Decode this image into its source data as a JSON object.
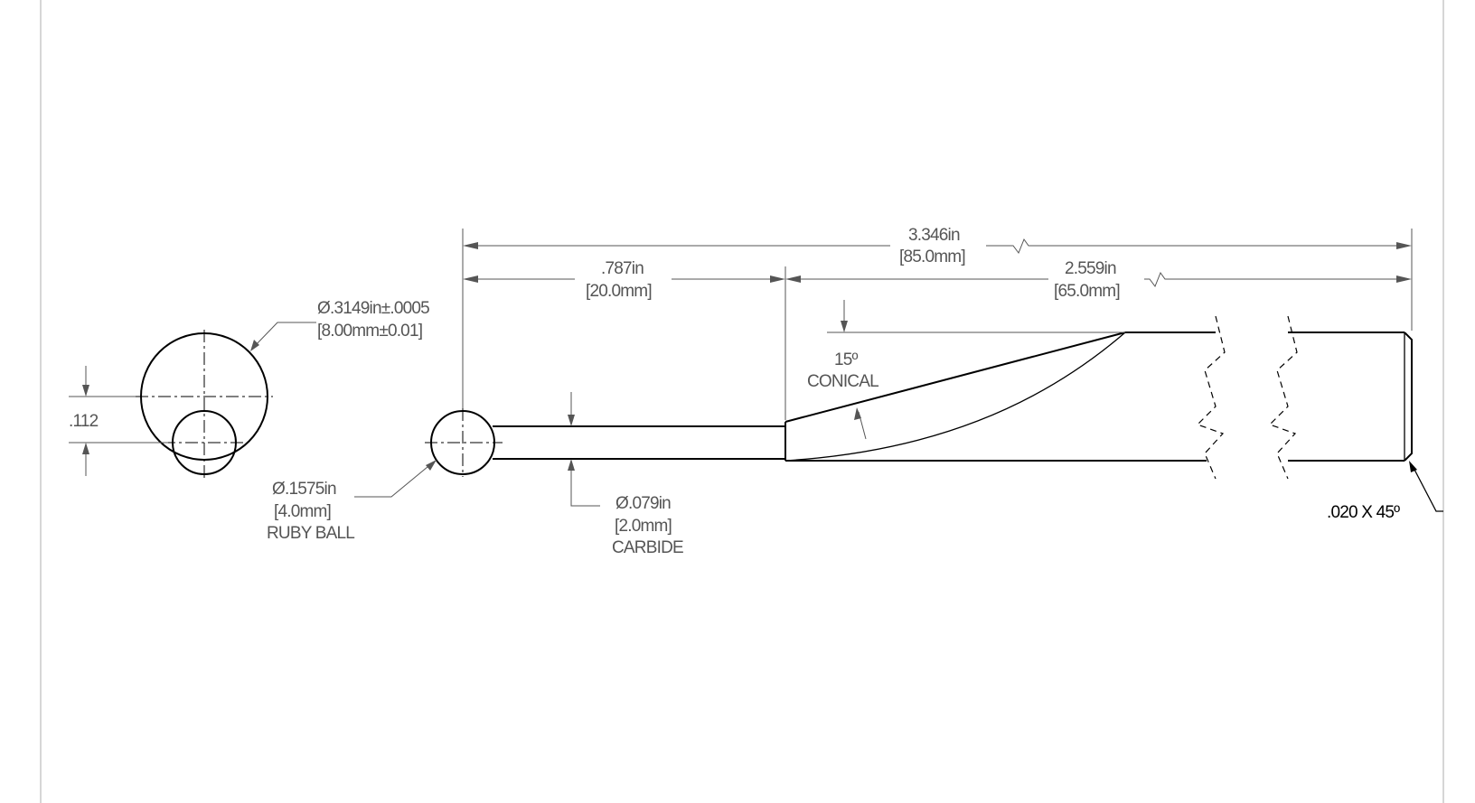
{
  "drawing": {
    "overall_length": {
      "in": "3.346in",
      "mm": "[85.0mm]"
    },
    "stem_length": {
      "in": ".787in",
      "mm": "[20.0mm]"
    },
    "shank_length": {
      "in": "2.559in",
      "mm": "[65.0mm]"
    },
    "shank_diameter": {
      "in": "Ø.3149in±.0005",
      "mm": "[8.00mm±0.01]"
    },
    "offset": ".112",
    "ball": {
      "in": "Ø.1575in",
      "mm": "[4.0mm]",
      "material": "RUBY BALL"
    },
    "stem": {
      "in": "Ø.079in",
      "mm": "[2.0mm]",
      "material": "CARBIDE"
    },
    "cone": {
      "angle": "15º",
      "label": "CONICAL"
    },
    "chamfer": ".020 X 45º"
  }
}
